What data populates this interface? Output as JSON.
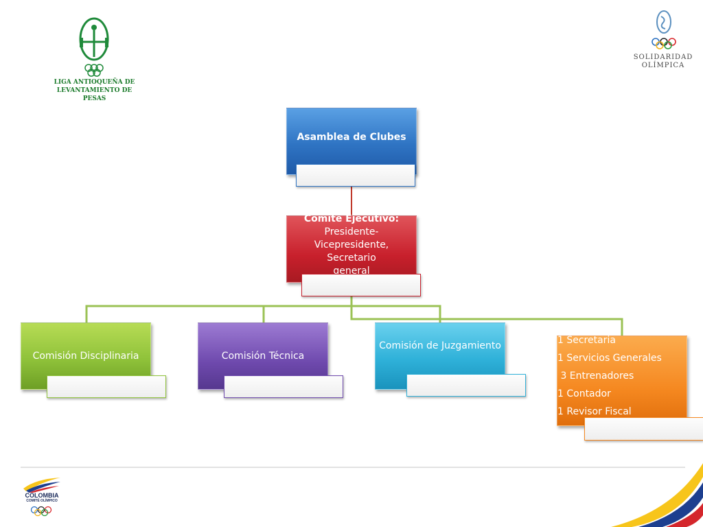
{
  "logos": {
    "liga": {
      "line1": "LIGA ANTIOQUEÑA DE",
      "line2": "LEVANTAMIENTO DE  PESAS"
    },
    "solidaridad": {
      "line1": "SOLIDARIDAD",
      "line2": "OLÍMPICA"
    },
    "colombia": {
      "line1": "COLOMBIA",
      "line2": "COMITÉ OLÍMPICO"
    }
  },
  "org": {
    "top": {
      "label": "Asamblea de Clubes"
    },
    "exec": {
      "title": "Comité Ejecutivo:",
      "line2": "Presidente-",
      "line3": "Vicepresidente, Secretario",
      "line4": "general"
    },
    "disciplinaria": {
      "label": "Comisión Disciplinaria"
    },
    "tecnica": {
      "label": "Comisión Técnica"
    },
    "juzgamiento": {
      "label": "Comisión de Juzgamiento"
    },
    "staff": {
      "items": [
        "1 Secretaria",
        "1 Servicios Generales",
        " 3 Entrenadores",
        "1 Contador",
        "1 Revisor Fiscal"
      ]
    }
  },
  "colors": {
    "connector_top": "#c0392b",
    "connector_green": "#9bc255"
  }
}
